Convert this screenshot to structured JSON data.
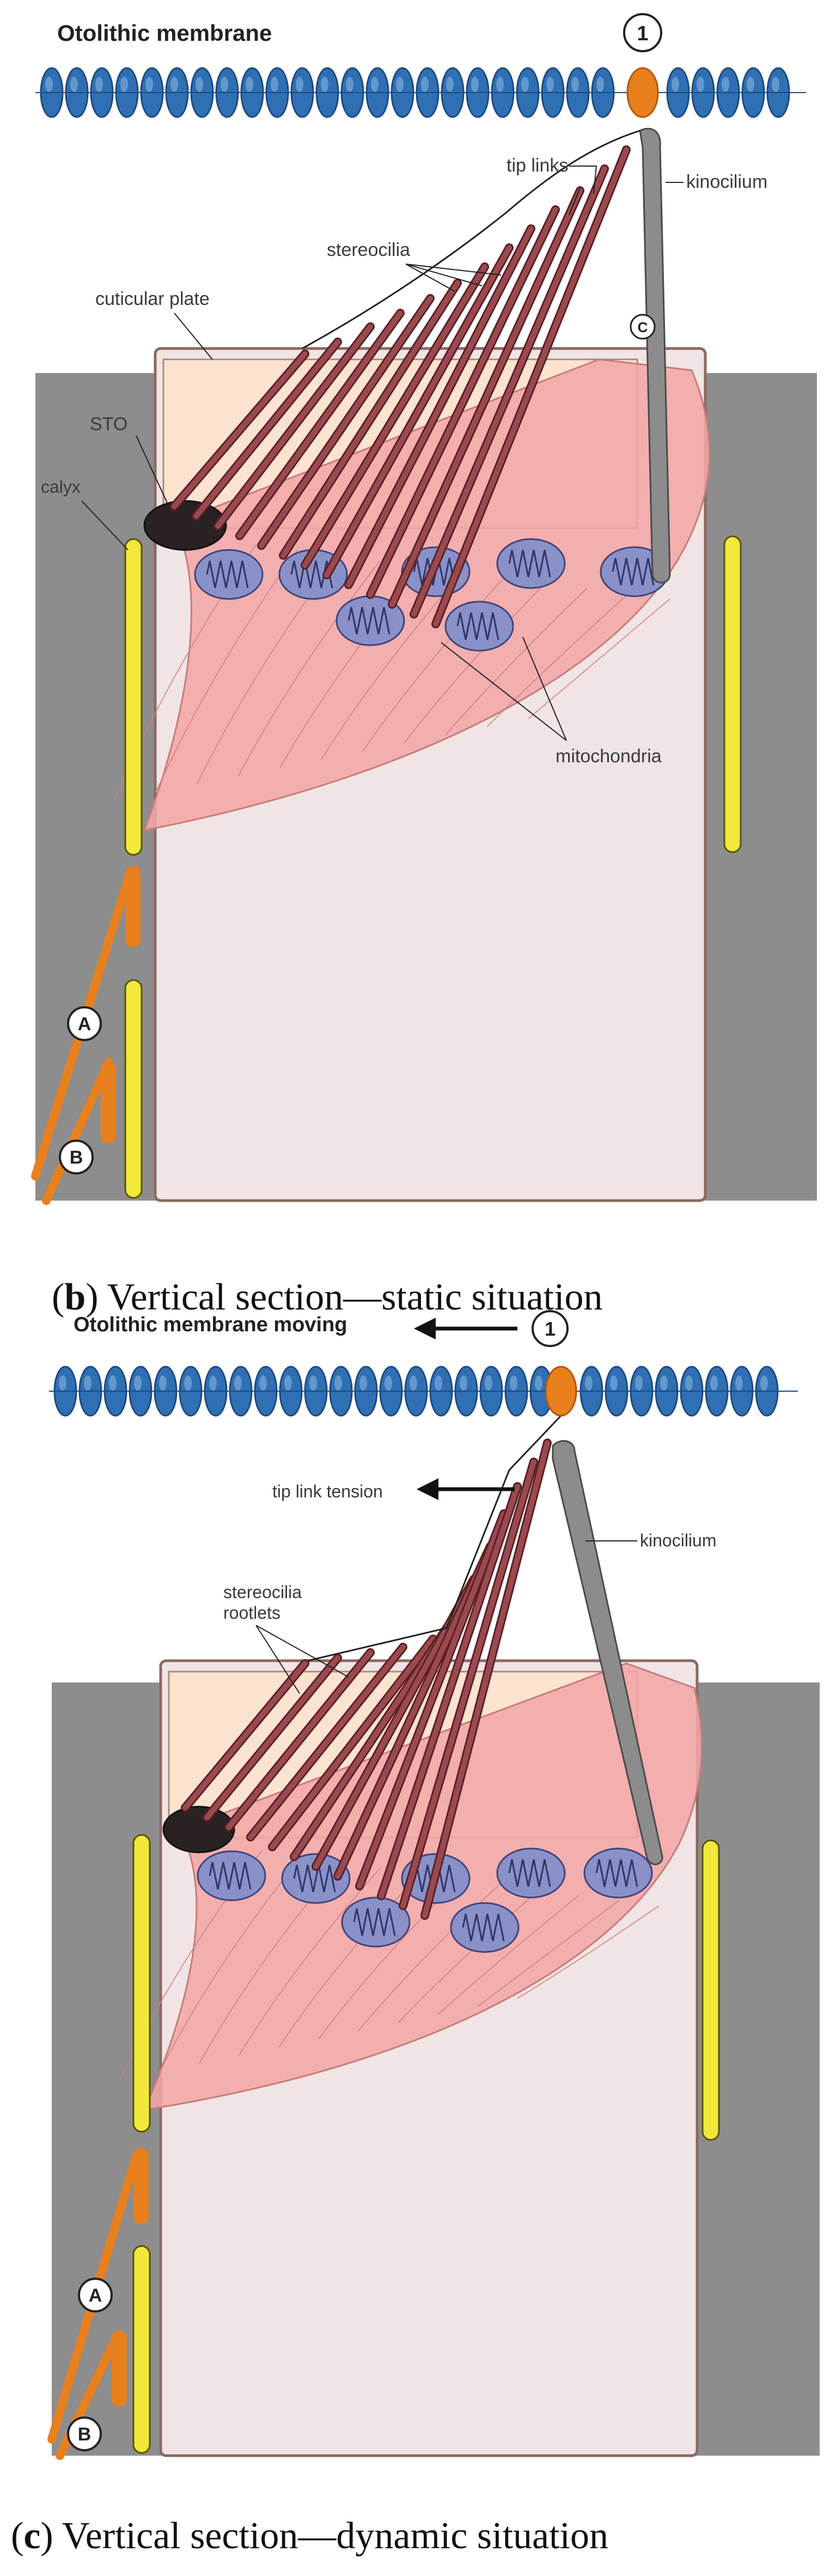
{
  "panel_b": {
    "title": "Otolithic membrane",
    "marker_1": "1",
    "labels": {
      "tip_links": "tip links",
      "kinocilium": "kinocilium",
      "stereocilia": "stereocilia",
      "cuticular_plate": "cuticular plate",
      "sto": "STO",
      "calyx": "calyx",
      "mitochondria": "mitochondria",
      "marker_c": "C",
      "marker_a": "A",
      "marker_b": "B"
    },
    "caption_letter": "b",
    "caption_text": ") Vertical section—static situation"
  },
  "panel_c": {
    "title": "Otolithic membrane moving",
    "marker_1": "1",
    "labels": {
      "tip_link_tension": "tip link tension",
      "kinocilium": "kinocilium",
      "stereocilia": "stereocilia",
      "rootlets": "rootlets",
      "marker_a": "A",
      "marker_b": "B"
    },
    "caption_letter": "c",
    "caption_text": ") Vertical section—dynamic situation"
  },
  "colors": {
    "membrane_bead": "#2f6fb3",
    "membrane_bead_dark": "#1d4a80",
    "marker_orange": "#e8801e",
    "stereocilia": "#8a3b3f",
    "cell_body": "#f1e4e4",
    "cuticular_plate": "#fbe3d0",
    "rootlet_cone": "#f2a6a6",
    "mitochondria": "#8a91c9",
    "calyx_yellow": "#f1e83b",
    "support_grey": "#8d8d8d",
    "kinocilium": "#8c8c8c"
  }
}
